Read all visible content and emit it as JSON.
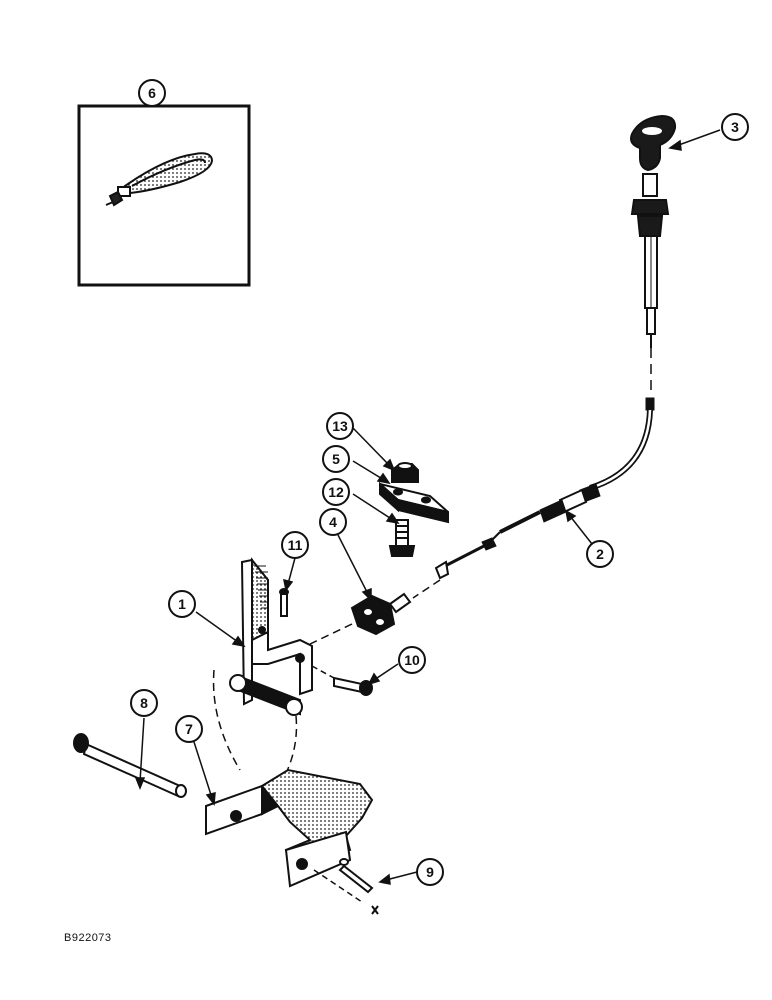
{
  "diagram": {
    "drawing_code": "B922073",
    "callouts": [
      "1",
      "2",
      "3",
      "4",
      "5",
      "6",
      "7",
      "8",
      "9",
      "10",
      "11",
      "12",
      "13"
    ]
  }
}
